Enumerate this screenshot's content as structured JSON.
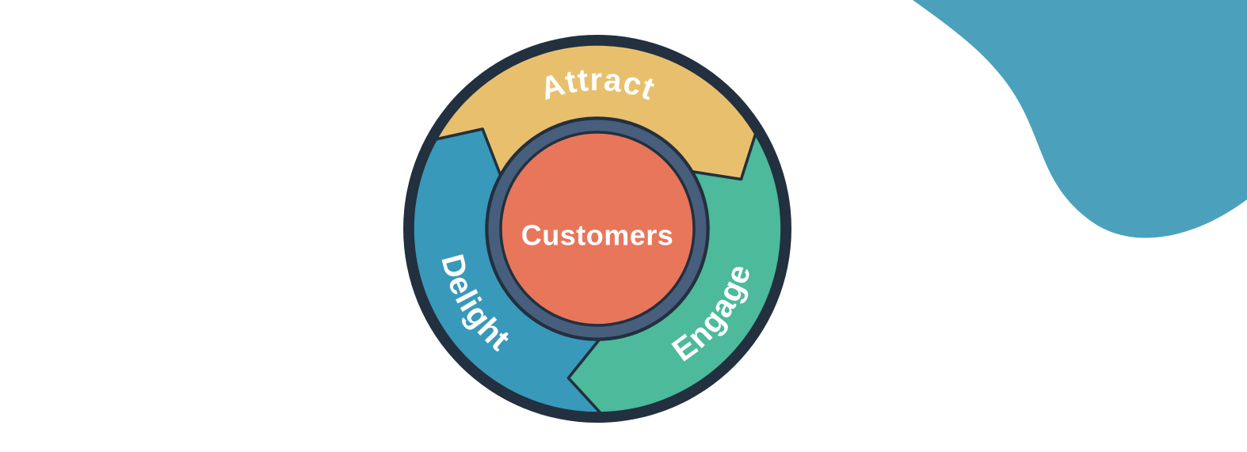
{
  "page": {
    "background_color": "#ffffff"
  },
  "flywheel": {
    "center_label": "Customers",
    "segments": [
      {
        "id": "attract",
        "label": "Attract",
        "color": "#E8C06D"
      },
      {
        "id": "engage",
        "label": "Engage",
        "color": "#4CBA9B"
      },
      {
        "id": "delight",
        "label": "Delight",
        "color": "#3899BA"
      }
    ],
    "colors": {
      "outer_ring": "#22303F",
      "outline": "#22303F",
      "inner_ring": "#475E7C",
      "center_circle": "#E8765B",
      "label_text": "#FFFFFF",
      "center_text": "#FFFFFF"
    }
  },
  "decoration": {
    "corner_blob_color": "#4BA1BC"
  }
}
